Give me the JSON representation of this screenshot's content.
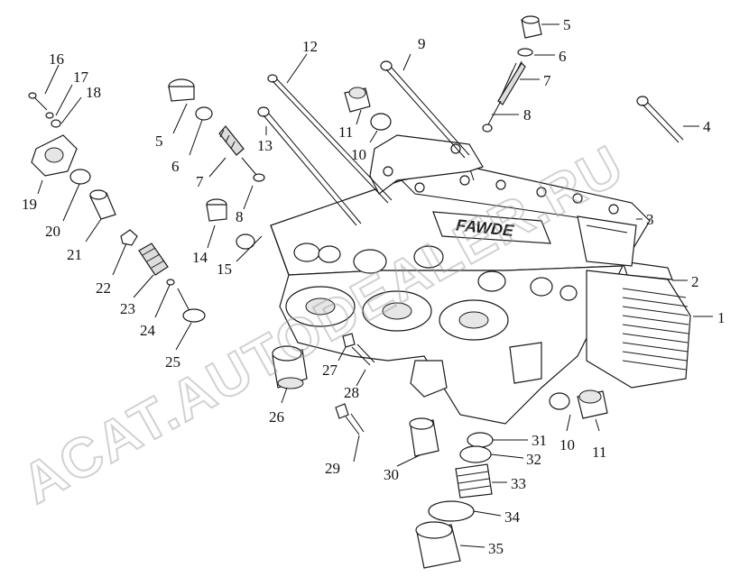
{
  "brand": {
    "logo_text": "FAWDE"
  },
  "watermark": {
    "text": "ACAT.AUTODEALER.RU"
  },
  "callouts": [
    {
      "id": "c1",
      "text": "1"
    },
    {
      "id": "c2",
      "text": "2"
    },
    {
      "id": "c3",
      "text": "3"
    },
    {
      "id": "c4",
      "text": "4"
    },
    {
      "id": "c5a",
      "text": "5"
    },
    {
      "id": "c6a",
      "text": "6"
    },
    {
      "id": "c7a",
      "text": "7"
    },
    {
      "id": "c8a",
      "text": "8"
    },
    {
      "id": "c9",
      "text": "9"
    },
    {
      "id": "c10a",
      "text": "10"
    },
    {
      "id": "c11a",
      "text": "11"
    },
    {
      "id": "c12",
      "text": "12"
    },
    {
      "id": "c13",
      "text": "13"
    },
    {
      "id": "c5b",
      "text": "5"
    },
    {
      "id": "c6b",
      "text": "6"
    },
    {
      "id": "c7b",
      "text": "7"
    },
    {
      "id": "c8b",
      "text": "8"
    },
    {
      "id": "c14",
      "text": "14"
    },
    {
      "id": "c15",
      "text": "15"
    },
    {
      "id": "c16",
      "text": "16"
    },
    {
      "id": "c17",
      "text": "17"
    },
    {
      "id": "c18",
      "text": "18"
    },
    {
      "id": "c19",
      "text": "19"
    },
    {
      "id": "c20",
      "text": "20"
    },
    {
      "id": "c21",
      "text": "21"
    },
    {
      "id": "c22",
      "text": "22"
    },
    {
      "id": "c23",
      "text": "23"
    },
    {
      "id": "c24",
      "text": "24"
    },
    {
      "id": "c25",
      "text": "25"
    },
    {
      "id": "c26",
      "text": "26"
    },
    {
      "id": "c27",
      "text": "27"
    },
    {
      "id": "c28",
      "text": "28"
    },
    {
      "id": "c29",
      "text": "29"
    },
    {
      "id": "c30",
      "text": "30"
    },
    {
      "id": "c31",
      "text": "31"
    },
    {
      "id": "c32",
      "text": "32"
    },
    {
      "id": "c33",
      "text": "33"
    },
    {
      "id": "c34",
      "text": "34"
    },
    {
      "id": "c10b",
      "text": "10"
    },
    {
      "id": "c11b",
      "text": "11"
    },
    {
      "id": "c35",
      "text": "35"
    }
  ]
}
